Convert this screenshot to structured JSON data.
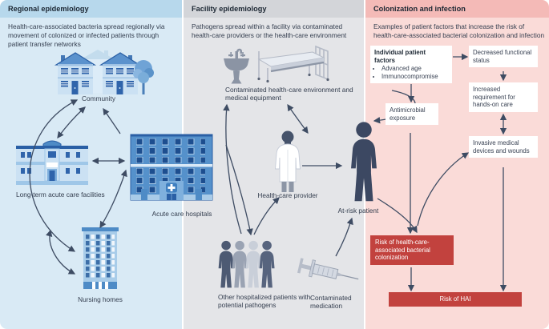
{
  "colors": {
    "regional_panel": "#d9eaf5",
    "regional_header": "#b7d8ec",
    "facility_panel": "#e4e5e8",
    "facility_header": "#d3d5d9",
    "colonization_panel": "#fadbd8",
    "colonization_header": "#f4bab7",
    "risk_box_red": "#c2423e",
    "arrow": "#3e4c63"
  },
  "panels": {
    "regional": {
      "title": "Regional epidemiology",
      "description": "Health-care-associated bacteria spread regionally via movement of colonized or infected patients through patient transfer networks",
      "labels": {
        "community": "Community",
        "long_term": "Long-term acute care facilities",
        "acute": "Acute care hospitals",
        "nursing": "Nursing homes"
      }
    },
    "facility": {
      "title": "Facility epidemiology",
      "description": "Pathogens spread within a facility via contaminated health-care providers or the health-care environment",
      "labels": {
        "environment": "Contaminated health-care environment and medical equipment",
        "provider": "Health-care provider",
        "patient": "At-risk patient",
        "other_patients": "Other hospitalized patients with potential pathogens",
        "medication": "Contaminated medication"
      }
    },
    "colonization": {
      "title": "Colonization and infection",
      "description": "Examples of patient factors that increase the risk of health-care-associated bacterial colonization and infection",
      "boxes": {
        "individual_title": "Individual patient factors",
        "individual_bullets": [
          "Advanced age",
          "Immunocompromise"
        ],
        "decreased": "Decreased functional status",
        "increased": "Increased requirement for hands-on care",
        "antimicrobial": "Antimicrobial exposure",
        "invasive": "Invasive medical devices and wounds",
        "colonization_risk": "Risk of health-care-associated bacterial colonization",
        "hai_risk": "Risk of HAI"
      }
    }
  }
}
